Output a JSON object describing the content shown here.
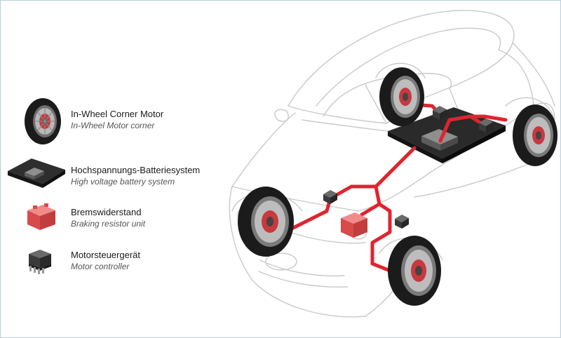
{
  "legend": {
    "items": [
      {
        "label_de": "In-Wheel Corner Motor",
        "label_en": "In-Wheel Motor corner",
        "icon": "wheel-motor-icon"
      },
      {
        "label_de": "Hochspannungs-Batteriesystem",
        "label_en": "High voltage battery system",
        "icon": "battery-pack-icon"
      },
      {
        "label_de": "Bremswiderstand",
        "label_en": "Braking resistor unit",
        "icon": "brake-resistor-icon"
      },
      {
        "label_de": "Motorsteuergerät",
        "label_en": "Motor controller",
        "icon": "motor-controller-icon"
      }
    ]
  },
  "colors": {
    "cable": "#e0242f",
    "resistor": "#e85a5a",
    "battery": "#2a2a2a",
    "tire": "#1b1b1b",
    "outline": "#c9c9c9"
  }
}
